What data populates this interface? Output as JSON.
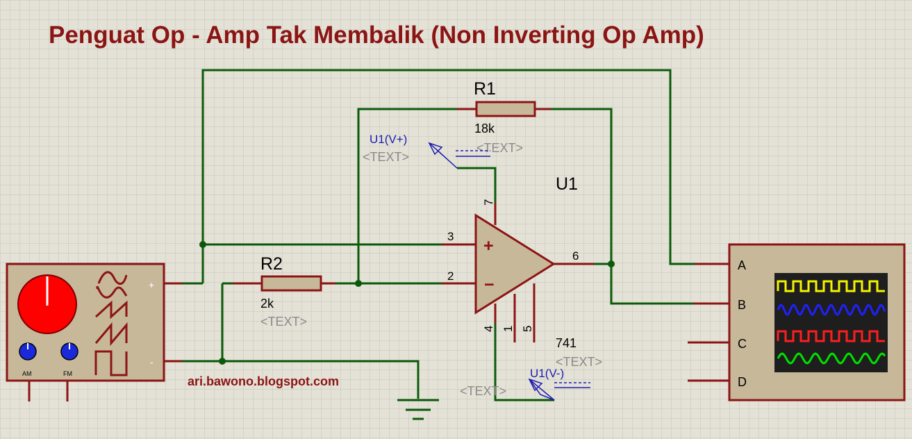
{
  "title": "Penguat Op - Amp Tak Membalik (Non Inverting Op Amp)",
  "watermark": "ari.bawono.blogspot.com",
  "r1": {
    "ref": "R1",
    "value": "18k",
    "text": "<TEXT>"
  },
  "r2": {
    "ref": "R2",
    "value": "2k",
    "text": "<TEXT>"
  },
  "opamp": {
    "ref": "U1",
    "part": "741",
    "text": "<TEXT>",
    "plus": "+",
    "minus": "−",
    "pins": {
      "p3": "3",
      "p2": "2",
      "p6": "6",
      "p7": "7",
      "p4": "4",
      "p1": "1",
      "p5": "5"
    }
  },
  "probe_pos": {
    "label": "U1(V+)",
    "text": "<TEXT>"
  },
  "probe_neg": {
    "label": "U1(V-)",
    "text": "<TEXT>"
  },
  "generator": {
    "plus": "+",
    "minus": "-",
    "am": "AM",
    "fm": "FM"
  },
  "scope": {
    "channels": [
      "A",
      "B",
      "C",
      "D"
    ],
    "trace_colors": [
      "#f4f400",
      "#2020ff",
      "#ff1e1e",
      "#00e000"
    ]
  },
  "colors": {
    "title": "#8b1414",
    "wire": "#0b5a0b",
    "component": "#8b1414",
    "component_fill": "#c8b89a",
    "probe": "#1c1cb0",
    "knob": "#ff0000"
  }
}
